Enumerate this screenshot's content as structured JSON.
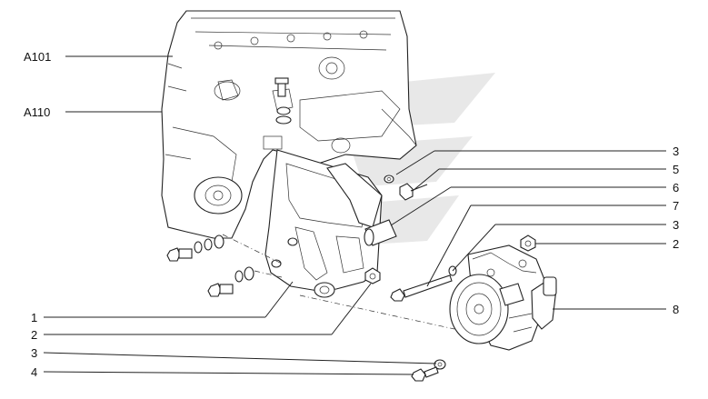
{
  "callouts": {
    "a101": "A101",
    "a110": "A110",
    "r1": "3",
    "r2": "5",
    "r3": "6",
    "r4": "7",
    "r5": "3",
    "r6": "2",
    "r7": "8",
    "l1": "1",
    "l2": "2",
    "l3": "3",
    "l4": "4"
  }
}
